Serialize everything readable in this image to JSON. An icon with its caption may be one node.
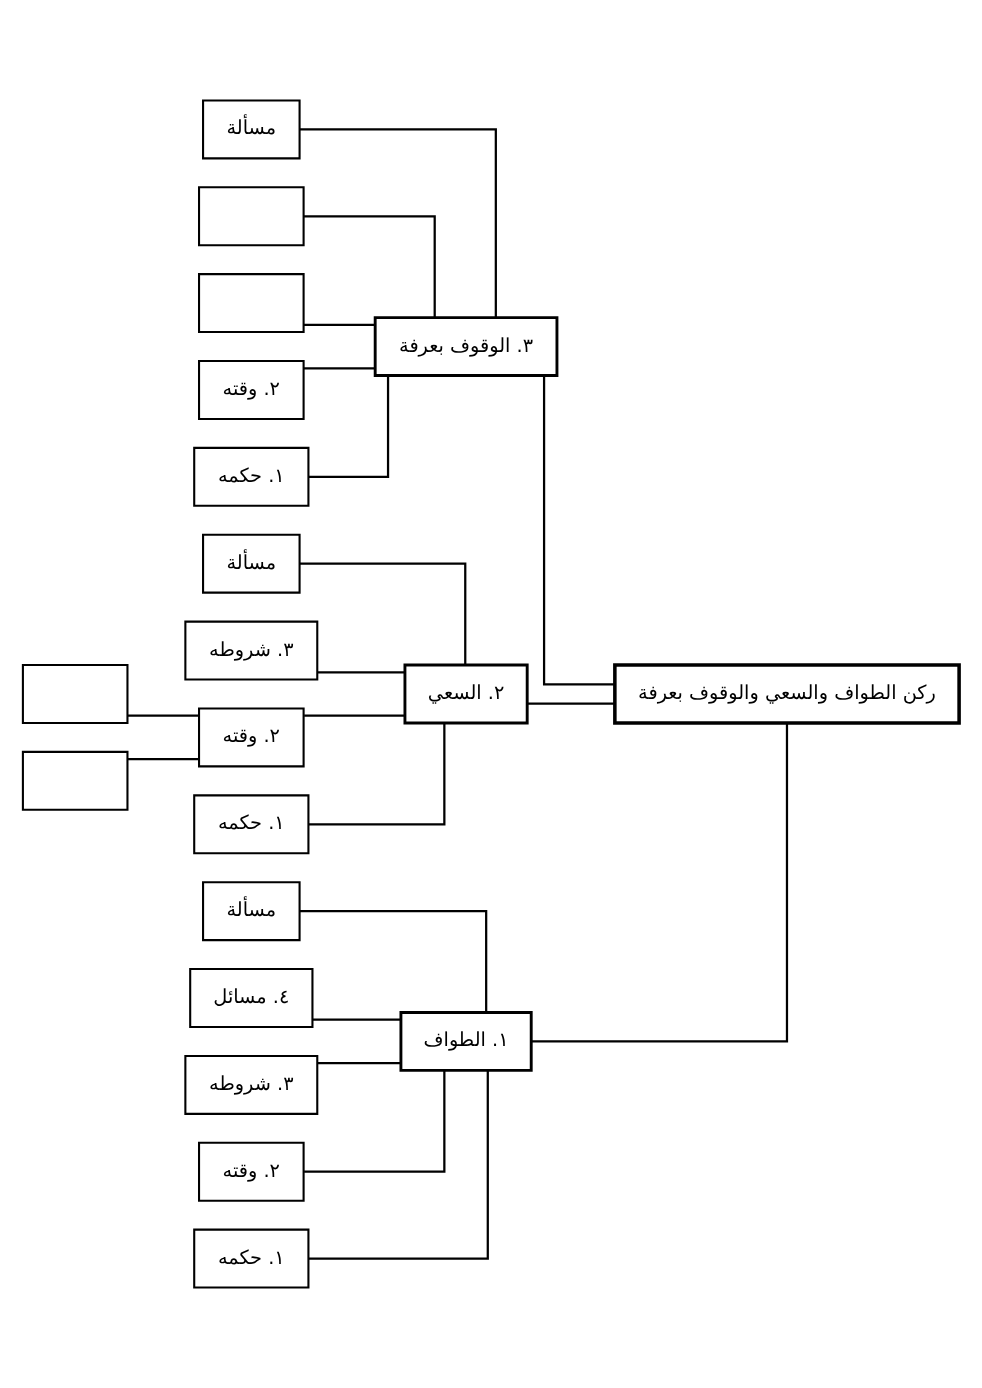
{
  "diagram": {
    "nodes": [
      {
        "text": [
          "ركن الطواف والسعي والوقوف بعرفة"
        ]
      },
      {
        "text": [
          "١. الطواف"
        ]
      },
      {
        "text": [
          "١. حكمه"
        ]
      },
      {
        "text": [
          "٢. وقته"
        ]
      },
      {
        "text": [
          "٣. شروطه"
        ]
      },
      {
        "text": [
          "٤. مسائل"
        ]
      },
      {
        "text": [
          "مسألة"
        ]
      },
      {
        "text": [
          "٢. السعي"
        ]
      },
      {
        "text": [
          "١. حكمه"
        ]
      },
      {
        "text": [
          "٢. وقته"
        ]
      },
      {
        "text": [],
        "shape": "box"
      },
      {
        "text": [],
        "shape": "box"
      },
      {
        "text": [
          "٣. شروطه"
        ]
      },
      {
        "text": [
          "مسألة"
        ]
      },
      {
        "text": [
          "٣. الوقوف بعرفة"
        ]
      },
      {
        "text": [
          "١. حكمه"
        ]
      },
      {
        "text": [
          "٢. وقته"
        ]
      },
      {
        "text": [],
        "shape": "box"
      },
      {
        "text": [],
        "shape": "box"
      },
      {
        "text": [
          "مسألة"
        ]
      }
    ],
    "edges": [
      {
        "from": 0,
        "to": 1,
        "arrow": "none"
      },
      {
        "from": 0,
        "to": 7,
        "arrow": "none"
      },
      {
        "from": 0,
        "to": 14,
        "arrow": "none"
      },
      {
        "from": 1,
        "to": 2,
        "arrow": "none"
      },
      {
        "from": 1,
        "to": 3,
        "arrow": "none"
      },
      {
        "from": 1,
        "to": 4,
        "arrow": "none"
      },
      {
        "from": 1,
        "to": 5,
        "arrow": "none"
      },
      {
        "from": 1,
        "to": 6,
        "arrow": "none"
      },
      {
        "from": 7,
        "to": 8,
        "arrow": "none"
      },
      {
        "from": 7,
        "to": 9,
        "arrow": "none"
      },
      {
        "from": 9,
        "to": 10,
        "arrow": "none"
      },
      {
        "from": 9,
        "to": 11,
        "arrow": "none"
      },
      {
        "from": 7,
        "to": 12,
        "arrow": "none"
      },
      {
        "from": 7,
        "to": 13,
        "arrow": "none"
      },
      {
        "from": 14,
        "to": 15,
        "arrow": "none"
      },
      {
        "from": 14,
        "to": 16,
        "arrow": "none"
      },
      {
        "from": 14,
        "to": 17,
        "arrow": "none"
      },
      {
        "from": 14,
        "to": 18,
        "arrow": "none"
      },
      {
        "from": 14,
        "to": 19,
        "arrow": "none"
      }
    ]
  }
}
